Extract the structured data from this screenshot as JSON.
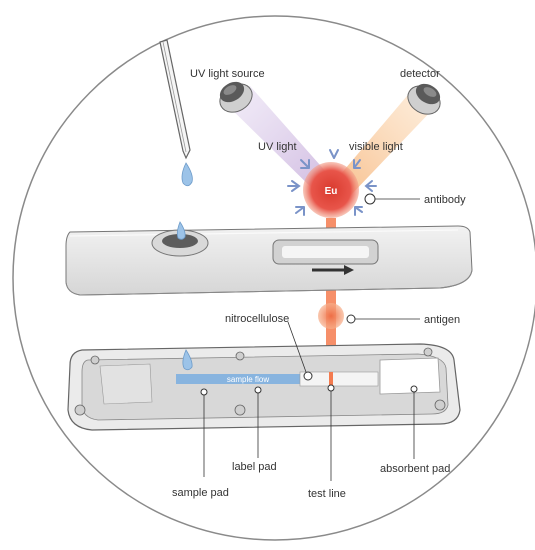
{
  "labels": {
    "uv_light_source": "UV light source",
    "detector": "detector",
    "uv_light": "UV light",
    "visible_light": "visible light",
    "eu": "Eu",
    "antibody": "antibody",
    "antigen": "antigen",
    "nitrocellulose": "nitrocellulose",
    "sample_flow": "sample flow",
    "label_pad": "label pad",
    "sample_pad": "sample pad",
    "test_line": "test line",
    "absorbent_pad": "absorbent pad"
  },
  "colors": {
    "uv_beam": "#c9b8e0",
    "visible_beam": "#f6c896",
    "particle": "#e8554a",
    "antigen": "#f08a5d",
    "test_line": "#f47b4f",
    "sample_flow": "#7fb0e0",
    "antibody": "#7a93c8",
    "housing": "#e6e6e6",
    "outline": "#555555"
  }
}
